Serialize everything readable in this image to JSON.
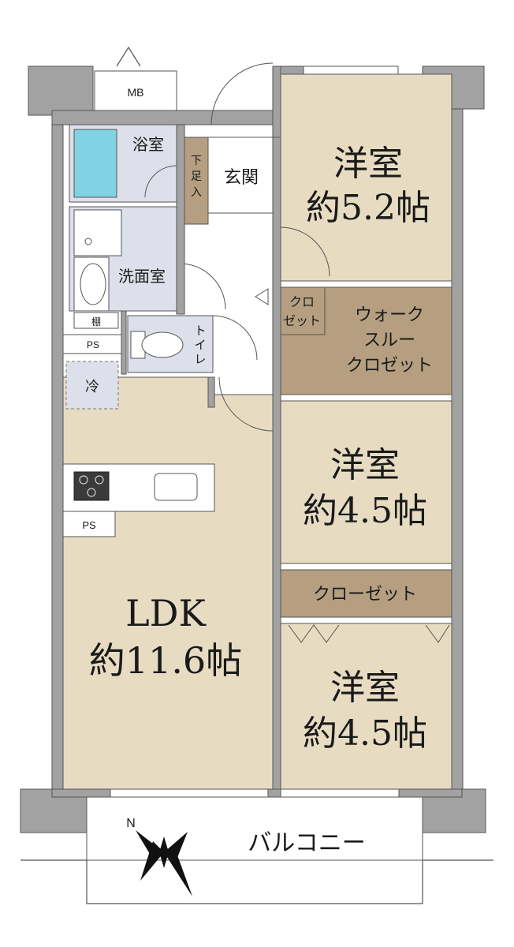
{
  "rooms": {
    "western1": {
      "name": "洋室",
      "size": "約5.2帖"
    },
    "western2": {
      "name": "洋室",
      "size": "約4.5帖"
    },
    "western3": {
      "name": "洋室",
      "size": "約4.5帖"
    },
    "ldk": {
      "name": "LDK",
      "size": "約11.6帖"
    },
    "entrance": "玄関",
    "shoe_closet": [
      "下",
      "足",
      "入"
    ],
    "bathroom": "浴室",
    "washroom": "洗面室",
    "shelf": "棚",
    "toilet": [
      "ト",
      "イ",
      "レ"
    ],
    "closet_small": [
      "クロ",
      "ゼット"
    ],
    "walk_through": [
      "ウォーク",
      "スルー",
      "クロゼット"
    ],
    "closet": "クローゼット",
    "fridge": "冷",
    "ps_upper": "PS",
    "ps_lower": "PS",
    "mb": "MB",
    "balcony": "バルコニー"
  },
  "compass": {
    "label": "N"
  },
  "colors": {
    "wall": "#a2a2a2",
    "room_floor": "#e7dcc2",
    "closet_floor": "#b59f80",
    "wet_area": "#dde0ea",
    "line": "#333333"
  }
}
